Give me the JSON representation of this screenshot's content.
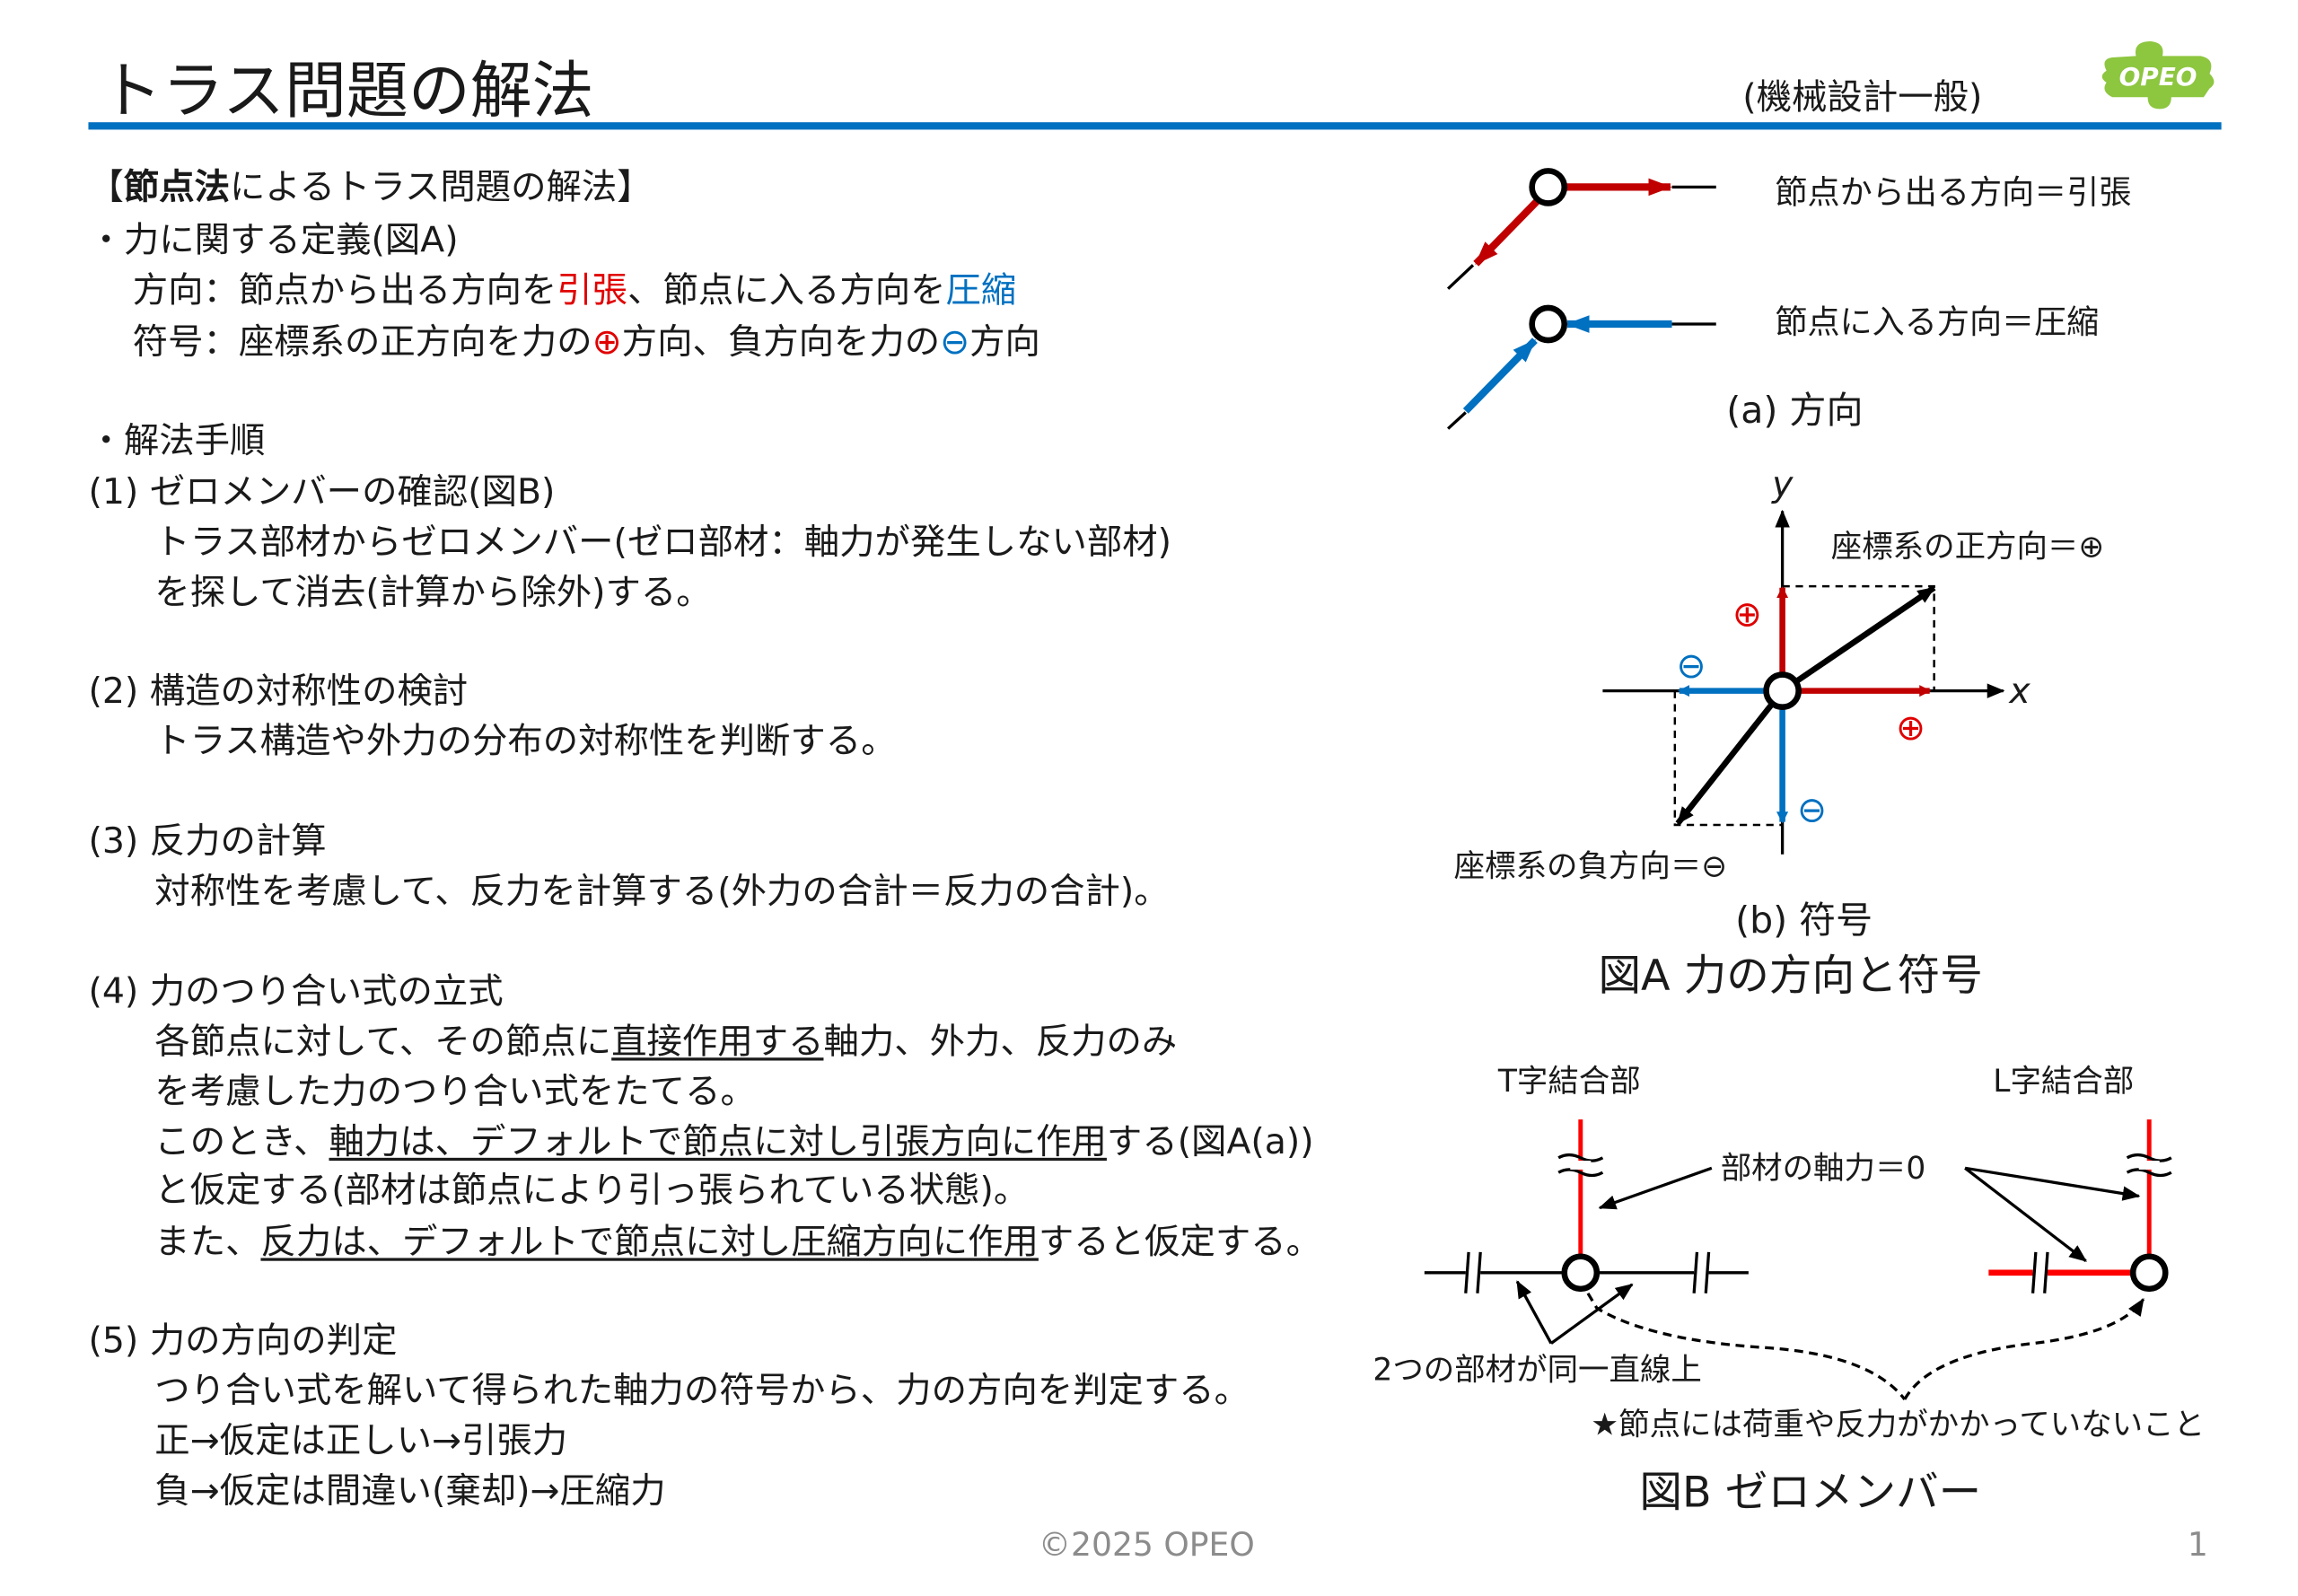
{
  "header": {
    "title": "トラス問題の解法",
    "category": "(機械設計一般)",
    "logo_text": "OPEO",
    "accent_color": "#0070c0"
  },
  "left": {
    "lines": [
      {
        "segments": [
          {
            "text": "【"
          },
          {
            "text": "節点法",
            "style": "bold"
          },
          {
            "text": "によるトラス問題の解法】"
          }
        ]
      },
      {
        "segments": [
          {
            "text": "・力に関する定義(図A)"
          }
        ]
      },
      {
        "segments": [
          {
            "text": "方向：節点から出る方向を"
          },
          {
            "text": "引張",
            "style": "red"
          },
          {
            "text": "、節点に入る方向を"
          },
          {
            "text": "圧縮",
            "style": "blue"
          }
        ]
      },
      {
        "segments": [
          {
            "text": "符号：座標系の正方向を力の"
          },
          {
            "text": "⊕",
            "style": "red"
          },
          {
            "text": "方向、負方向を力の"
          },
          {
            "text": "⊖",
            "style": "blue"
          },
          {
            "text": "方向"
          }
        ]
      },
      {
        "segments": [
          {
            "text": "・解法手順"
          }
        ]
      },
      {
        "segments": [
          {
            "text": "(1) ゼロメンバーの確認(図B)"
          }
        ]
      },
      {
        "segments": [
          {
            "text": "トラス部材からゼロメンバー(ゼロ部材：軸力が発生しない部材)"
          }
        ]
      },
      {
        "segments": [
          {
            "text": "を探して消去(計算から除外)する。"
          }
        ]
      },
      {
        "segments": [
          {
            "text": "(2) 構造の対称性の検討"
          }
        ]
      },
      {
        "segments": [
          {
            "text": "トラス構造や外力の分布の対称性を判断する。"
          }
        ]
      },
      {
        "segments": [
          {
            "text": "(3) 反力の計算"
          }
        ]
      },
      {
        "segments": [
          {
            "text": "対称性を考慮して、反力を計算する(外力の合計＝反力の合計)。"
          }
        ]
      },
      {
        "segments": [
          {
            "text": "(4) 力のつり合い式の立式"
          }
        ]
      },
      {
        "segments": [
          {
            "text": "各節点に対して、その節点に"
          },
          {
            "text": "直接作用する",
            "style": "ul"
          },
          {
            "text": "軸力、外力、反力のみ"
          }
        ]
      },
      {
        "segments": [
          {
            "text": "を考慮した力のつり合い式をたてる。"
          }
        ]
      },
      {
        "segments": [
          {
            "text": "このとき、"
          },
          {
            "text": "軸力は、デフォルトで節点に対し引張方向に作用",
            "style": "ul"
          },
          {
            "text": "する(図A(a))"
          }
        ]
      },
      {
        "segments": [
          {
            "text": "と仮定する(部材は節点により引っ張られている状態)。"
          }
        ]
      },
      {
        "segments": [
          {
            "text": "また、"
          },
          {
            "text": "反力は、デフォルトで節点に対し圧縮方向に作用",
            "style": "ul"
          },
          {
            "text": "すると仮定する。"
          }
        ]
      },
      {
        "segments": [
          {
            "text": "(5) 力の方向の判定"
          }
        ]
      },
      {
        "segments": [
          {
            "text": "つり合い式を解いて得られた軸力の符号から、力の方向を判定する。"
          }
        ]
      },
      {
        "segments": [
          {
            "text": "正→仮定は正しい→引張力"
          }
        ]
      },
      {
        "segments": [
          {
            "text": "負→仮定は間違い(棄却)→圧縮力"
          }
        ]
      }
    ]
  },
  "figure_a": {
    "tension_label": "節点から出る方向＝引張",
    "compression_label": "節点に入る方向＝圧縮",
    "sub_a_caption": "(a) 方向",
    "axis_y": "y",
    "axis_x": "x",
    "positive_label": "座標系の正方向＝⊕",
    "negative_label": "座標系の負方向＝⊖",
    "plus_sign": "⊕",
    "minus_sign": "⊖",
    "sub_b_caption": "(b) 符号",
    "caption": "図A 力の方向と符号",
    "tension_color": "#c00000",
    "compression_color": "#0070c0"
  },
  "figure_b": {
    "t_joint_label": "T字結合部",
    "l_joint_label": "L字結合部",
    "zero_force_label": "部材の軸力＝0",
    "collinear_label": "2つの部材が同一直線上",
    "condition_note": "★節点には荷重や反力がかかっていないこと",
    "caption": "図B ゼロメンバー",
    "zero_member_color": "#ff0000"
  },
  "footer": {
    "copyright": "©2025 OPEO",
    "page_number": "1"
  }
}
